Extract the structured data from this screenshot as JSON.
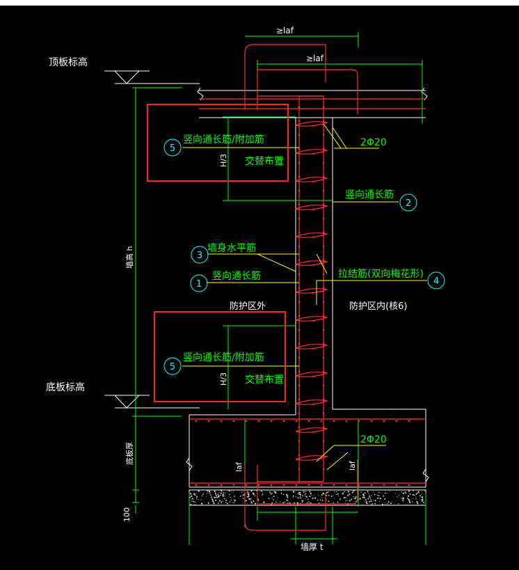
{
  "labels": {
    "top_slab_elev": "顶板标高",
    "bottom_slab_elev": "底板标高",
    "wall_height": "墙高 h",
    "slab_thickness": "底板厚",
    "dim_100": "100",
    "laf_top_outer": "≥laf",
    "laf_top_inner": "≥laf",
    "laf_bottom_left": "laf",
    "laf_bottom_right": "laf",
    "h3_top": "H/3",
    "h3_bottom": "H/3",
    "bar5_top_line1": "竖向通长筋/附加筋",
    "bar5_top_line2": "交替布置",
    "bar5_bottom_line1": "竖向通长筋/附加筋",
    "bar5_bottom_line2": "交替布置",
    "bar2_label": "竖向通长筋",
    "bar3_label": "墙身水平筋",
    "bar1_label": "竖向通长筋",
    "bar4_label": "拉结筋(双向梅花形)",
    "outside_zone": "防护区外",
    "inside_zone": "防护区内(核6)",
    "rebar_top": "2Φ20",
    "rebar_bottom": "2Φ20",
    "wall_thickness": "墙厚 t"
  },
  "callouts": {
    "c1": "1",
    "c2": "2",
    "c3": "3",
    "c4": "4",
    "c5_top": "5",
    "c5_bottom": "5"
  },
  "colors": {
    "background": "#000000",
    "frame": "#ffffff",
    "dimension": "#00ff00",
    "leader": "#ffff00",
    "text": "#ffffff",
    "annotation_text": "#00ff00",
    "rebar": "#ff0000",
    "callout_circle": "#00ffff",
    "highlight_box": "#ff2020"
  }
}
